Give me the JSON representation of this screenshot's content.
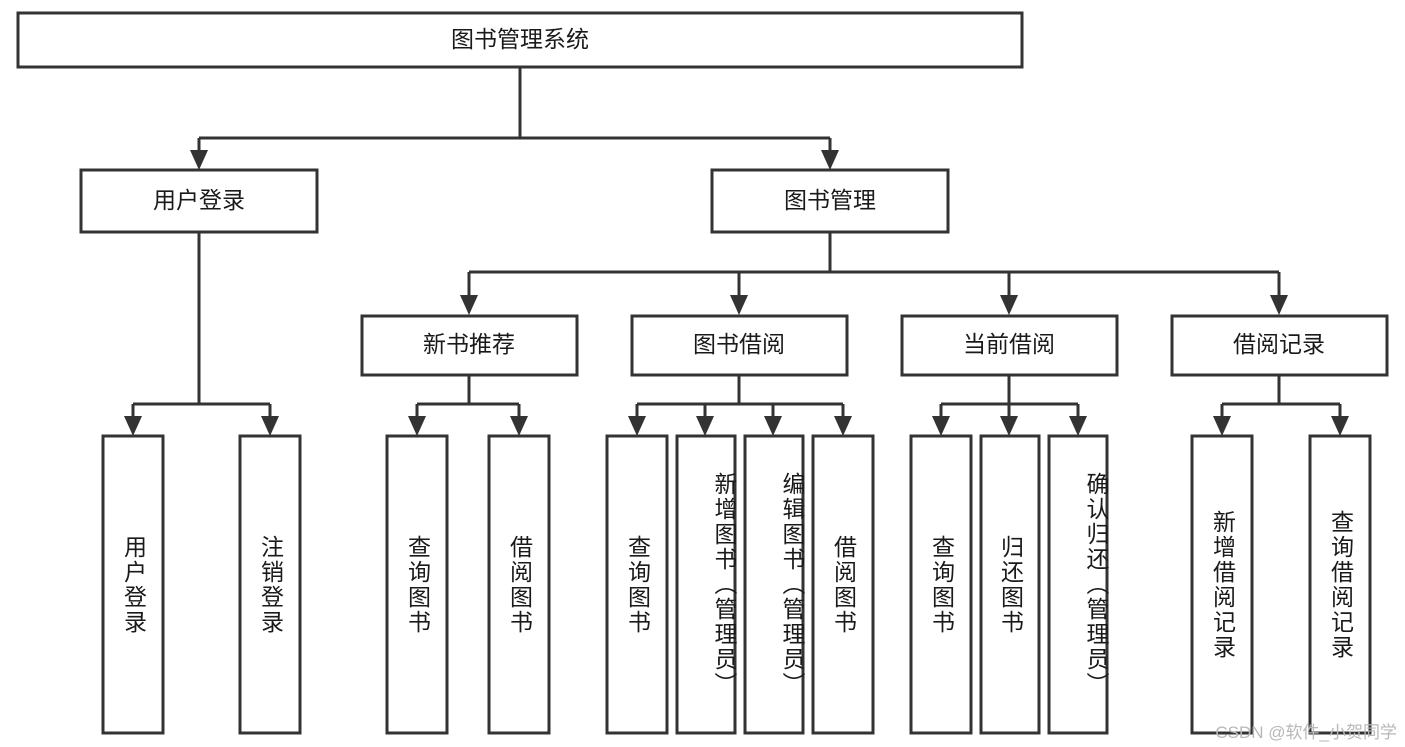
{
  "diagram": {
    "type": "tree-hierarchy",
    "title": "图书管理系统",
    "orientation": "top-down",
    "colors": {
      "box_fill": "#ffffff",
      "box_stroke": "#333333",
      "connector": "#333333",
      "text": "#1a1a1a",
      "watermark": "#b8b8b8",
      "background": "#ffffff"
    },
    "root": {
      "id": "root",
      "label": "图书管理系统",
      "level": 0,
      "orientation": "horizontal"
    },
    "level1": [
      {
        "id": "user-login",
        "label": "用户登录",
        "level": 1,
        "orientation": "horizontal"
      },
      {
        "id": "book-management",
        "label": "图书管理",
        "level": 1,
        "orientation": "horizontal"
      }
    ],
    "level2": [
      {
        "id": "new-book-recommend",
        "label": "新书推荐",
        "level": 2,
        "parent": "book-management",
        "orientation": "horizontal"
      },
      {
        "id": "book-borrow",
        "label": "图书借阅",
        "level": 2,
        "parent": "book-management",
        "orientation": "horizontal"
      },
      {
        "id": "current-borrow",
        "label": "当前借阅",
        "level": 2,
        "parent": "book-management",
        "orientation": "horizontal"
      },
      {
        "id": "borrow-record",
        "label": "借阅记录",
        "level": 2,
        "parent": "book-management",
        "orientation": "horizontal"
      }
    ],
    "leaves": [
      {
        "id": "leaf-user-login",
        "label": "用户登录",
        "parent": "user-login",
        "orientation": "vertical"
      },
      {
        "id": "leaf-logout-login",
        "label": "注销登录",
        "parent": "user-login",
        "orientation": "vertical"
      },
      {
        "id": "leaf-query-book-recommend",
        "label": "查询图书",
        "parent": "new-book-recommend",
        "orientation": "vertical"
      },
      {
        "id": "leaf-borrow-book-recommend",
        "label": "借阅图书",
        "parent": "new-book-recommend",
        "orientation": "vertical"
      },
      {
        "id": "leaf-query-book-borrow",
        "label": "查询图书",
        "parent": "book-borrow",
        "orientation": "vertical"
      },
      {
        "id": "leaf-add-book-admin",
        "label": "新增图书（管理员）",
        "parent": "book-borrow",
        "orientation": "vertical"
      },
      {
        "id": "leaf-edit-book-admin",
        "label": "编辑图书（管理员）",
        "parent": "book-borrow",
        "orientation": "vertical"
      },
      {
        "id": "leaf-borrow-book",
        "label": "借阅图书",
        "parent": "book-borrow",
        "orientation": "vertical"
      },
      {
        "id": "leaf-query-book-current",
        "label": "查询图书",
        "parent": "current-borrow",
        "orientation": "vertical"
      },
      {
        "id": "leaf-return-book",
        "label": "归还图书",
        "parent": "current-borrow",
        "orientation": "vertical"
      },
      {
        "id": "leaf-confirm-return-admin",
        "label": "确认归还（管理员）",
        "parent": "current-borrow",
        "orientation": "vertical"
      },
      {
        "id": "leaf-add-borrow-record",
        "label": "新增借阅记录",
        "parent": "borrow-record",
        "orientation": "vertical"
      },
      {
        "id": "leaf-query-borrow-record",
        "label": "查询借阅记录",
        "parent": "borrow-record",
        "orientation": "vertical"
      }
    ]
  },
  "watermark": {
    "text": "CSDN @软件_小贺同学"
  }
}
